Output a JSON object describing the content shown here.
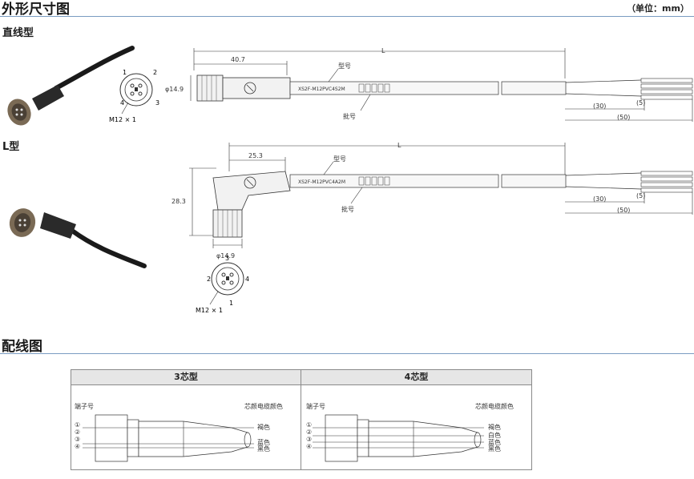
{
  "header": {
    "title": "外形尺寸图",
    "unit": "（单位：mm）"
  },
  "straight": {
    "label": "直线型",
    "pins": [
      "1",
      "2",
      "3",
      "4"
    ],
    "thread": "M12 × 1",
    "dims": {
      "L": "L",
      "head_len": "40.7",
      "dia": "φ14.9",
      "strip_30": "(30)",
      "strip_5": "(5)",
      "strip_50": "(50)"
    },
    "model_label": "型号",
    "model_text": "XS2F-M12PVC4S2M",
    "lot_label": "批号"
  },
  "angle": {
    "label": "L型",
    "pins": [
      "1",
      "2",
      "3",
      "4"
    ],
    "thread": "M12 × 1",
    "dims": {
      "L": "L",
      "head_len": "25.3",
      "height": "28.3",
      "dia": "φ14.9",
      "strip_30": "(30)",
      "strip_5": "(5)",
      "strip_50": "(50)"
    },
    "model_label": "型号",
    "model_text": "XS2F-M12PVC4A2M",
    "lot_label": "批号"
  },
  "wiring": {
    "title": "配线图",
    "cols": [
      {
        "head": "3芯型",
        "term_label": "端子号",
        "color_label": "芯颜电缆颜色",
        "terms": [
          "①",
          "②",
          "③",
          "④"
        ],
        "colors": [
          "褐色",
          "蓝色",
          "黑色"
        ]
      },
      {
        "head": "4芯型",
        "term_label": "端子号",
        "color_label": "芯颜电缆颜色",
        "terms": [
          "①",
          "②",
          "③",
          "④"
        ],
        "colors": [
          "褐色",
          "白色",
          "蓝色",
          "黑色"
        ]
      }
    ]
  },
  "colors": {
    "rule": "#7a9cc2",
    "line": "#333333",
    "fill": "#f2f2f2"
  }
}
